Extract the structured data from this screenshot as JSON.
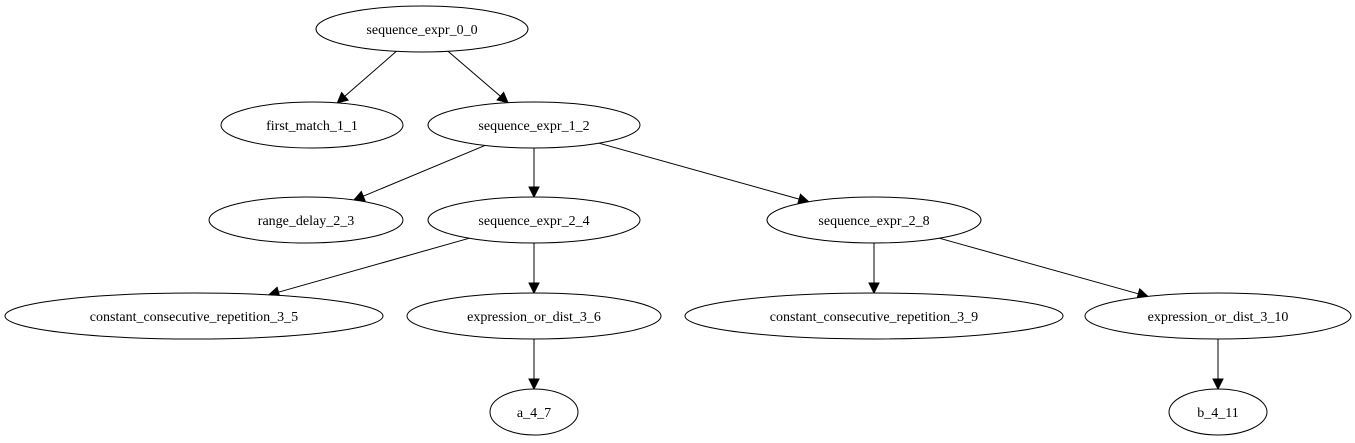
{
  "diagram": {
    "nodes": [
      {
        "id": "sequence_expr_0_0",
        "label": "sequence_expr_0_0"
      },
      {
        "id": "first_match_1_1",
        "label": "first_match_1_1"
      },
      {
        "id": "sequence_expr_1_2",
        "label": "sequence_expr_1_2"
      },
      {
        "id": "range_delay_2_3",
        "label": "range_delay_2_3"
      },
      {
        "id": "sequence_expr_2_4",
        "label": "sequence_expr_2_4"
      },
      {
        "id": "sequence_expr_2_8",
        "label": "sequence_expr_2_8"
      },
      {
        "id": "constant_consecutive_repetition_3_5",
        "label": "constant_consecutive_repetition_3_5"
      },
      {
        "id": "expression_or_dist_3_6",
        "label": "expression_or_dist_3_6"
      },
      {
        "id": "constant_consecutive_repetition_3_9",
        "label": "constant_consecutive_repetition_3_9"
      },
      {
        "id": "expression_or_dist_3_10",
        "label": "expression_or_dist_3_10"
      },
      {
        "id": "a_4_7",
        "label": "a_4_7"
      },
      {
        "id": "b_4_11",
        "label": "b_4_11"
      }
    ],
    "edges": [
      {
        "from": "sequence_expr_0_0",
        "to": "first_match_1_1"
      },
      {
        "from": "sequence_expr_0_0",
        "to": "sequence_expr_1_2"
      },
      {
        "from": "sequence_expr_1_2",
        "to": "range_delay_2_3"
      },
      {
        "from": "sequence_expr_1_2",
        "to": "sequence_expr_2_4"
      },
      {
        "from": "sequence_expr_1_2",
        "to": "sequence_expr_2_8"
      },
      {
        "from": "sequence_expr_2_4",
        "to": "constant_consecutive_repetition_3_5"
      },
      {
        "from": "sequence_expr_2_4",
        "to": "expression_or_dist_3_6"
      },
      {
        "from": "expression_or_dist_3_6",
        "to": "a_4_7"
      },
      {
        "from": "sequence_expr_2_8",
        "to": "constant_consecutive_repetition_3_9"
      },
      {
        "from": "sequence_expr_2_8",
        "to": "expression_or_dist_3_10"
      },
      {
        "from": "expression_or_dist_3_10",
        "to": "b_4_11"
      }
    ]
  }
}
